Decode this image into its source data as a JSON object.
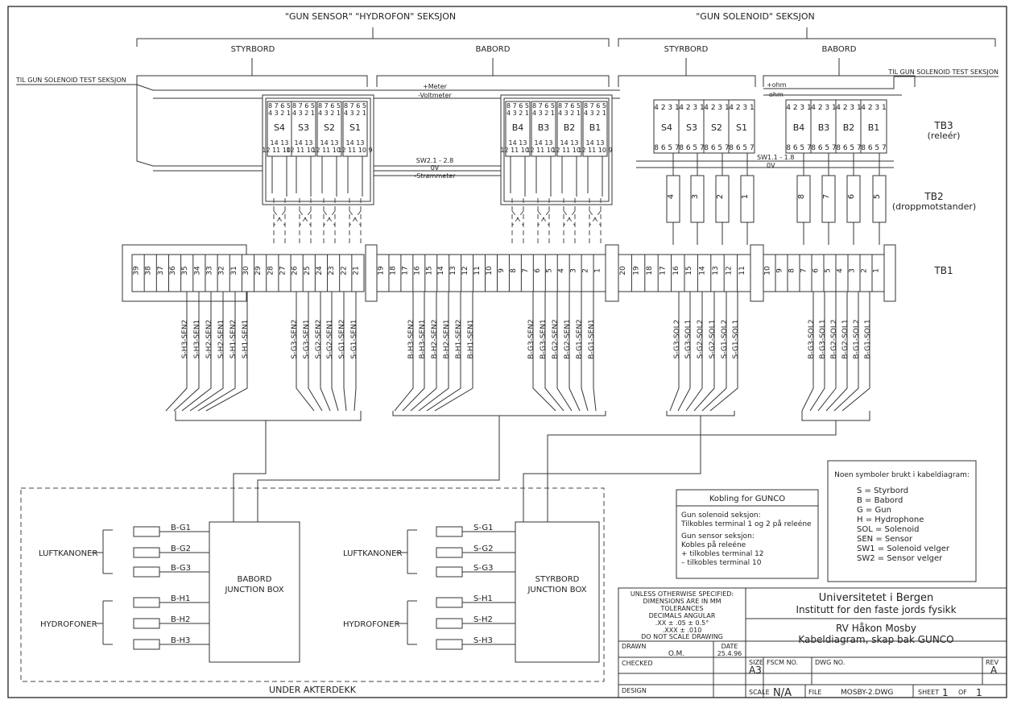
{
  "sections": {
    "sensor_hydro": "\"GUN SENSOR\" \"HYDROFON\" SEKSJON",
    "solenoid": "\"GUN SOLENOID\" SEKSJON"
  },
  "sides": {
    "styrbord": "STYRBORD",
    "babord": "BABORD"
  },
  "test_label": "TIL GUN SOLENOID TEST SEKSJON",
  "wire_labels": {
    "meter": "+Meter",
    "voltmeter": "-Voltmeter",
    "sw2": "SW2.1 - 2.8",
    "ov": "0V",
    "strommeter": "-Strømmeter",
    "plus_ohm": "+ohm",
    "minus_ohm": "-ohm",
    "sw1": "SW1.1 - 1.8"
  },
  "relay_pins_top1": "8 7 6 5",
  "relay_pins_top2": "4 3 2 1",
  "relay_pins_bot1": "14 13",
  "relay_pins_bot2": "12 11 10 9",
  "solrelay_top": "4 2 3 1",
  "solrelay_bot": "8 6 5 7",
  "relays_sensor_s": [
    "S4",
    "S3",
    "S2",
    "S1"
  ],
  "relays_sensor_b": [
    "B4",
    "B3",
    "B2",
    "B1"
  ],
  "relays_sol_s": [
    "S4",
    "S3",
    "S2",
    "S1"
  ],
  "relays_sol_b": [
    "B4",
    "B3",
    "B2",
    "B1"
  ],
  "resistors_s": [
    "4",
    "3",
    "2",
    "1"
  ],
  "resistors_b": [
    "8",
    "7",
    "6",
    "5"
  ],
  "tb3": "TB3",
  "tb3_sub": "(releér)",
  "tb2": "TB2",
  "tb2_sub": "(droppmotstander)",
  "tb1": "TB1",
  "tb1_block1": [
    "39",
    "38",
    "37",
    "36",
    "35",
    "34",
    "33",
    "32",
    "31",
    "30",
    "29",
    "28",
    "27",
    "26",
    "25",
    "24",
    "23",
    "22",
    "21"
  ],
  "tb1_block2": [
    "19",
    "18",
    "17",
    "16",
    "15",
    "14",
    "13",
    "12",
    "11",
    "10",
    "9",
    "8",
    "7",
    "6",
    "5",
    "4",
    "3",
    "2",
    "1"
  ],
  "tb1_block3": [
    "20",
    "19",
    "18",
    "17",
    "16",
    "15",
    "14",
    "13",
    "12",
    "11"
  ],
  "tb1_block4": [
    "10",
    "9",
    "8",
    "7",
    "6",
    "5",
    "4",
    "3",
    "2",
    "1"
  ],
  "cables_1a": [
    "S-H3-SEN2",
    "S-H3-SEN1",
    "S-H2-SEN2",
    "S-H2-SEN1",
    "S-H1-SEN2",
    "S-H1-SEN1"
  ],
  "cables_1b": [
    "S-G3-SEN2",
    "S-G3-SEN1",
    "S-G2-SEN2",
    "S-G2-SEN1",
    "S-G1-SEN2",
    "S-G1-SEN1"
  ],
  "cables_2a": [
    "B-H3-SEN2",
    "B-H3-SEN1",
    "B-H2-SEN2",
    "B-H2-SEN1",
    "B-H1-SEN2",
    "B-H1-SEN1"
  ],
  "cables_2b": [
    "B-G3-SEN2",
    "B-G3-SEN1",
    "B-G2-SEN2",
    "B-G2-SEN1",
    "B-G1-SEN2",
    "B-G1-SEN1"
  ],
  "cables_3": [
    "S-G3-SOL2",
    "S-G3-SOL1",
    "S-G2-SOL2",
    "S-G2-SOL1",
    "S-G1-SOL2",
    "S-G1-SOL1"
  ],
  "cables_4": [
    "B-G3-SOL2",
    "B-G3-SOL1",
    "B-G2-SOL2",
    "B-G2-SOL1",
    "B-G1-SOL2",
    "B-G1-SOL1"
  ],
  "babord_box": {
    "line1": "BABORD",
    "line2": "JUNCTION BOX"
  },
  "styrbord_box": {
    "line1": "STYRBORD",
    "line2": "JUNCTION BOX"
  },
  "luftkanoner": "LUFTKANONER",
  "hydrofoner": "HYDROFONER",
  "b_guns": [
    "B-G1",
    "B-G2",
    "B-G3"
  ],
  "b_hyd": [
    "B-H1",
    "B-H2",
    "B-H3"
  ],
  "s_guns": [
    "S-G1",
    "S-G2",
    "S-G3"
  ],
  "s_hyd": [
    "S-H1",
    "S-H2",
    "S-H3"
  ],
  "under": "UNDER AKTERDEKK",
  "kobling": {
    "title": "Kobling for GUNCO",
    "l1": "Gun solenoid seksjon:",
    "l2": "Tilkobles terminal 1 og 2 på releéne",
    "l3": "Gun sensor seksjon:",
    "l4": "Kobles på releéne",
    "l5": "+ tilkobles terminal 12",
    "l6": "– tilkobles terminal 10"
  },
  "symbols": {
    "title": "Noen symboler brukt i kabeldiagram:",
    "items": [
      "S  =  Styrbord",
      "B  =  Babord",
      "G  =  Gun",
      "H  =  Hydrophone",
      "SOL  =  Solenoid",
      "SEN  =  Sensor",
      "SW1  =  Solenoid velger",
      "SW2  =  Sensor velger"
    ]
  },
  "titleblock": {
    "u1": "UNLESS OTHERWISE SPECIFIED:",
    "u2": "DIMENSIONS ARE IN MM",
    "u3": "TOLERANCES",
    "u4": "DECIMALS          ANGULAR",
    "u5": ".XX  ±  .05            ±  0.5°",
    "u6": ".XXX  ±  .010",
    "u7": "DO NOT SCALE DRAWING",
    "org1": "Universitetet i Bergen",
    "org2": "Institutt for den faste jords fysikk",
    "title1": "RV Håkon Mosby",
    "title2": "Kabeldiagram, skap bak GUNCO",
    "drawn": "DRAWN",
    "drawn_by": "O.M.",
    "date": "DATE",
    "date_v": "25.4.96",
    "checked": "CHECKED",
    "design": "DESIGN",
    "size": "SIZE",
    "size_v": "A3",
    "fscm": "FSCM NO.",
    "dwg": "DWG NO.",
    "rev": "REV",
    "rev_v": "A",
    "scale": "SCALE",
    "scale_v": "N/A",
    "file": "FILE",
    "file_v": "MOSBY-2.DWG",
    "sheet": "SHEET",
    "sheet_v": "1",
    "of": "OF",
    "of_v": "1"
  }
}
